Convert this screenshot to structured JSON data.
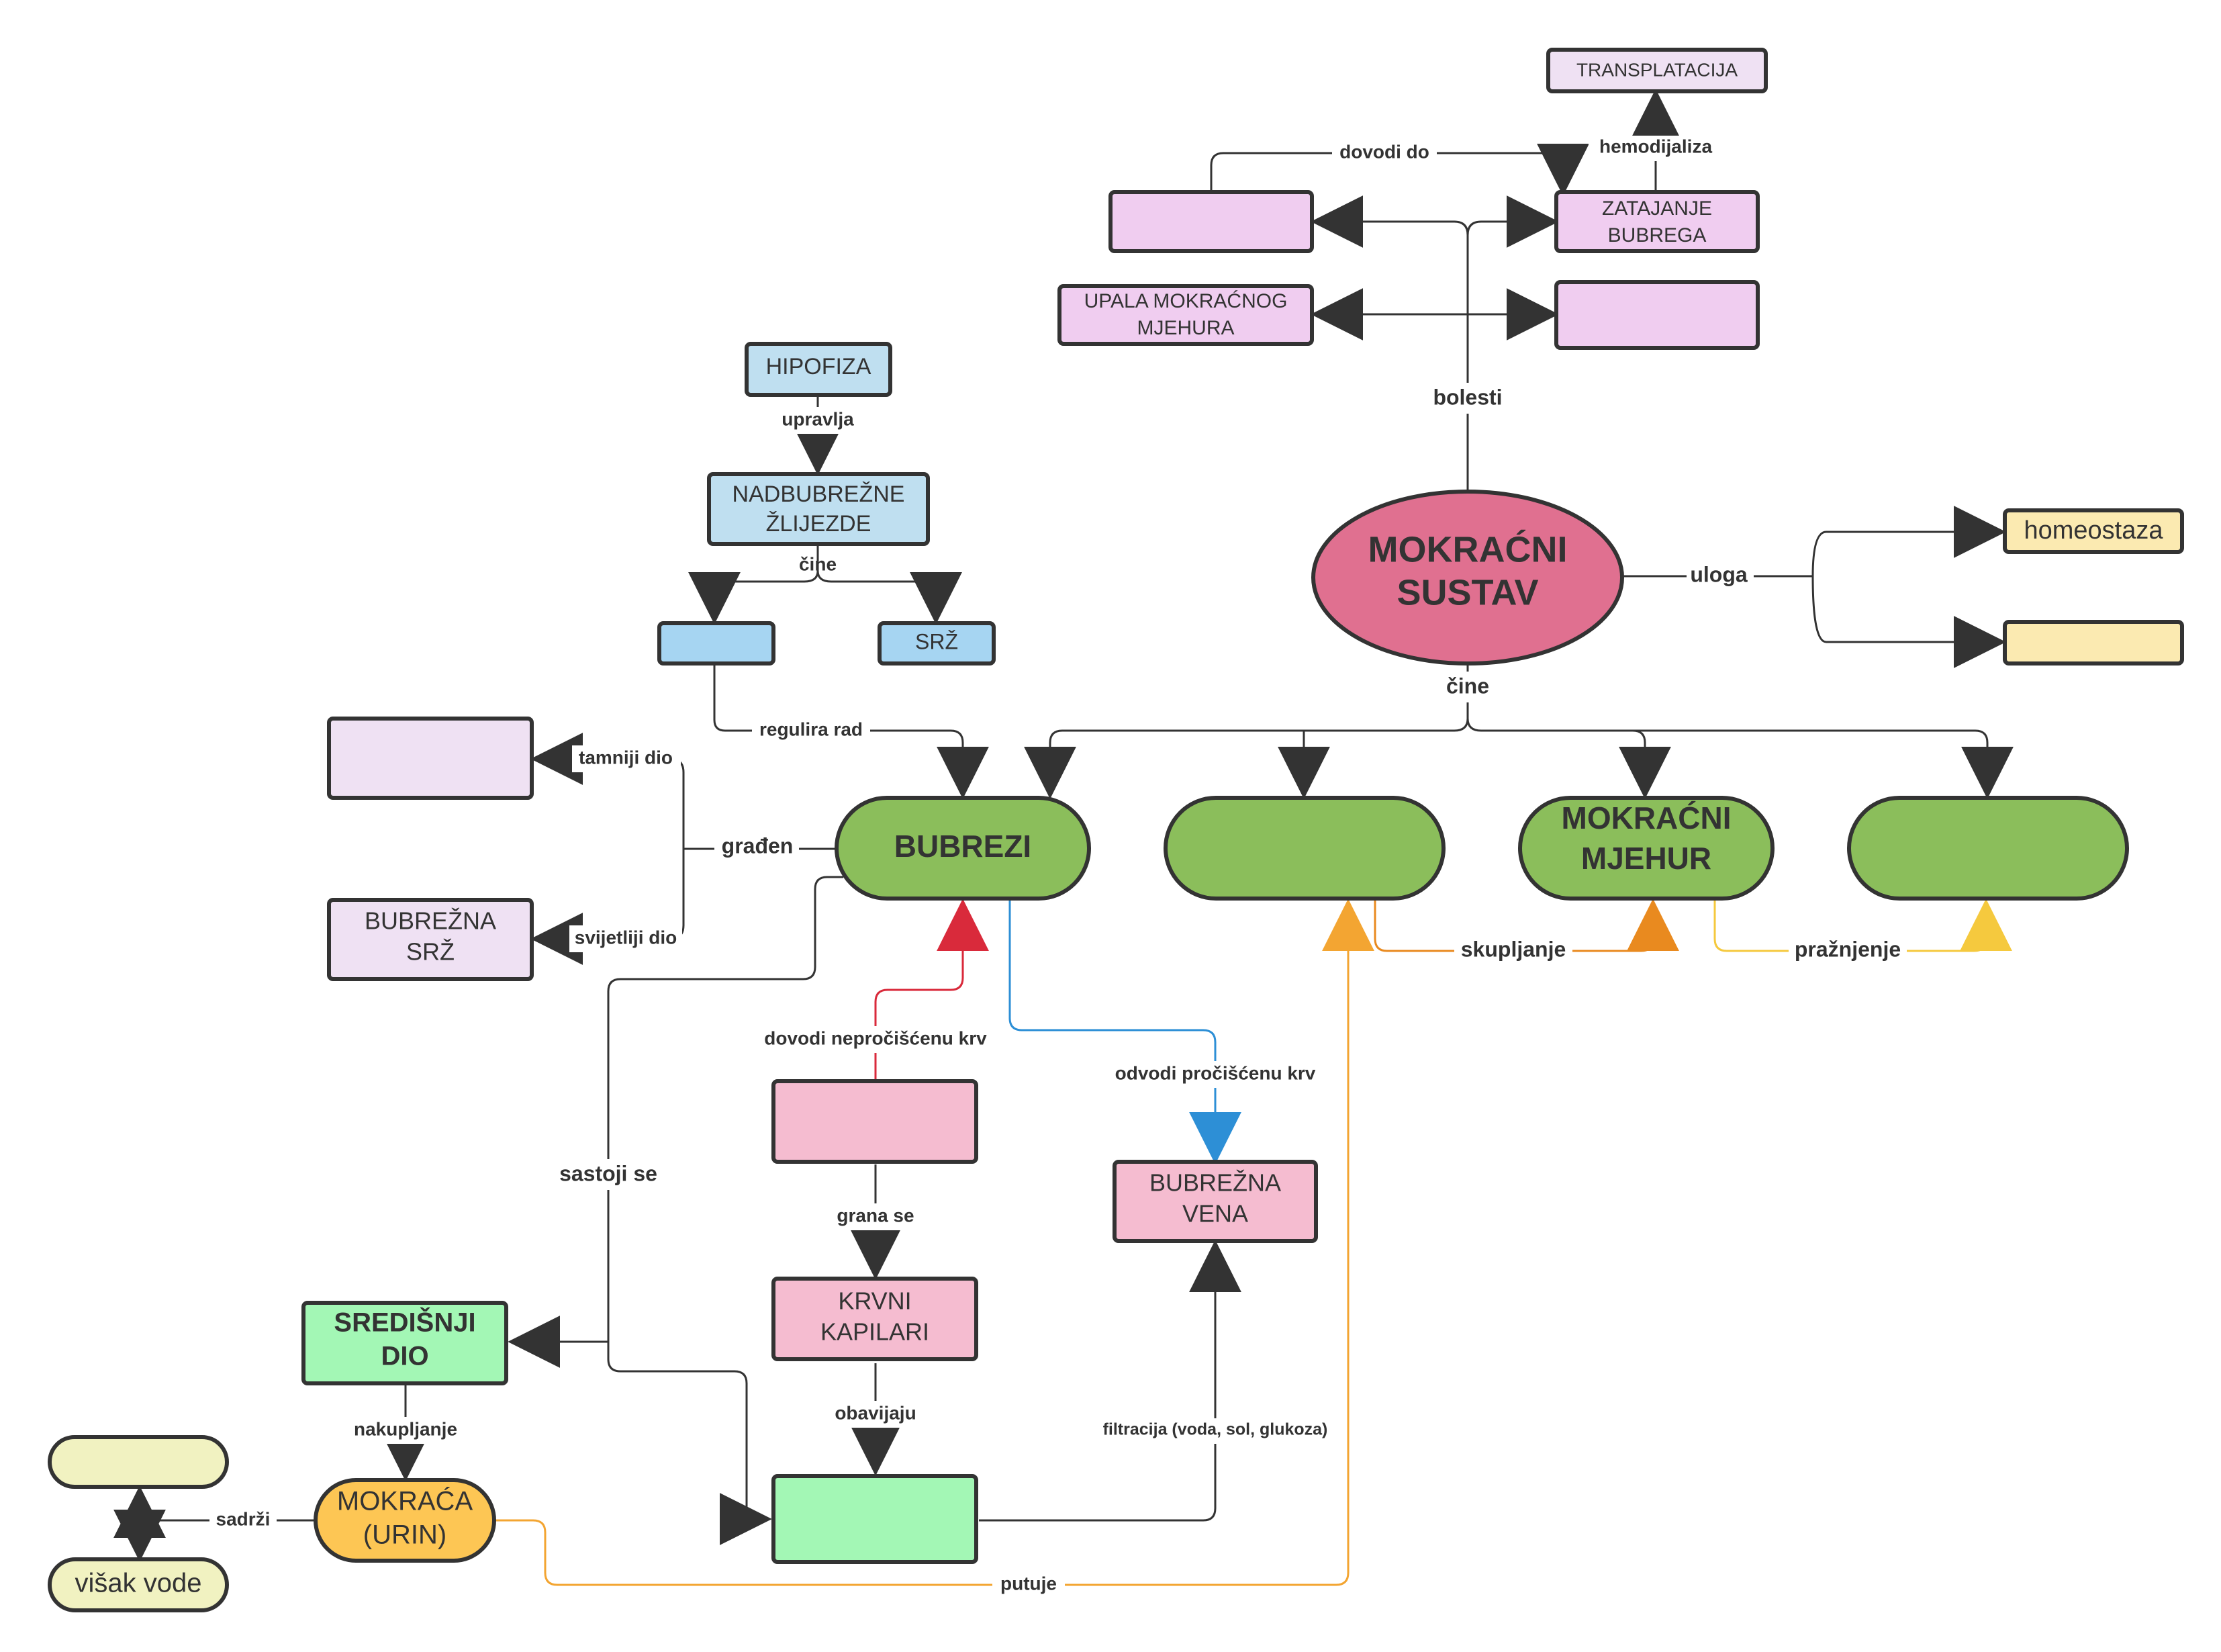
{
  "colors": {
    "light_purple": "#f0cdf0",
    "pale_purple": "#efe1f3",
    "light_blue": "#a6d5f2",
    "pale_blue": "#bfdff0",
    "green": "#8bbe5b",
    "light_green": "#a3f7b5",
    "pink": "#f5bcd0",
    "rose": "#e07090",
    "yellow": "#fbeab1",
    "orange": "#fdc654",
    "cream": "#f1f2c1",
    "stroke": "#333333",
    "red_line": "#d92a3b",
    "blue_line": "#2d8fd6",
    "orange_line": "#e98a1f",
    "yellow_line": "#f5c93e",
    "amber_line": "#f3a532"
  },
  "nodes": {
    "transplatacija": "TRANSPLATACIJA",
    "blank_disease_1": "",
    "zatajanje": [
      "ZATAJANJE",
      "BUBREGA"
    ],
    "upala": [
      "UPALA MOKRAĆNOG",
      "MJEHURA"
    ],
    "blank_disease_2": "",
    "hipofiza": "HIPOFIZA",
    "nadbubrezne": [
      "NADBUBREŽNE",
      "ŽLIJEZDE"
    ],
    "blank_cortex_gland": "",
    "srz": "SRŽ",
    "mokracni_sustav": [
      "MOKRAĆNI",
      "SUSTAV"
    ],
    "homeostaza": "homeostaza",
    "blank_role": "",
    "blank_kidney_part": "",
    "bubrezna_srz": [
      "BUBREŽNA",
      "SRŽ"
    ],
    "bubrezi": "BUBREZI",
    "blank_organ_1": "",
    "mokracni_mjehur": [
      "MOKRAĆNI",
      "MJEHUR"
    ],
    "blank_organ_2": "",
    "blank_artery": "",
    "bubrezna_vena": [
      "BUBREŽNA",
      "VENA"
    ],
    "krvni_kapilari": [
      "KRVNI",
      "KAPILARI"
    ],
    "sredisnji_dio": [
      "SREDIŠNJI",
      "DIO"
    ],
    "blank_nephron": "",
    "mokraca": [
      "MOKRAĆA",
      "(URIN)"
    ],
    "blank_content": "",
    "visak_vode": "višak vode"
  },
  "labels": {
    "hemodijaliza": "hemodijaliza",
    "dovodi_do": "dovodi do",
    "bolesti": "bolesti",
    "upravlja": "upravlja",
    "cine_glands": "čine",
    "uloga": "uloga",
    "cine_system": "čine",
    "regulira_rad": "regulira rad",
    "tamniji_dio": "tamniji dio",
    "graden": "građen",
    "svijetliji_dio": "svijetliji dio",
    "skupljanje": "skupljanje",
    "praznjenje": "pražnjenje",
    "dovodi_nepr": "dovodi nepročišćenu krv",
    "odvodi_pr": "odvodi pročišćenu krv",
    "sastoji_se": "sastoji se",
    "grana_se": "grana se",
    "obavijaju": "obavijaju",
    "nakupljanje": "nakupljanje",
    "filtracija": "filtracija (voda, sol, glukoza)",
    "sadrzi": "sadrži",
    "putuje": "putuje"
  }
}
